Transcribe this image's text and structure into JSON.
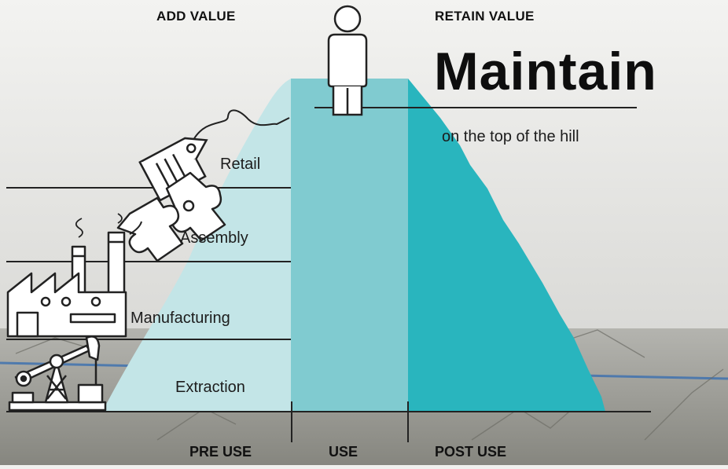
{
  "header": {
    "add_value": "ADD VALUE",
    "retain_value": "RETAIN VALUE"
  },
  "title": "Maintain",
  "subtitle": "on the top of the hill",
  "stages": {
    "retail": "Retail",
    "assembly": "Assembly",
    "manufacturing": "Manufacturing",
    "extraction": "Extraction"
  },
  "phases": {
    "pre_use": "PRE USE",
    "use": "USE",
    "post_use": "POST USE"
  },
  "colors": {
    "pre_use_fill": "#c3e5e7",
    "use_fill": "#80cbd0",
    "post_use_fill": "#29b5be",
    "line": "#222222",
    "wall": "#ececea",
    "floor": "#9b9b96"
  },
  "icons": [
    "person-icon",
    "price-tag-icon",
    "puzzle-icon",
    "factory-icon",
    "oil-pump-icon"
  ]
}
